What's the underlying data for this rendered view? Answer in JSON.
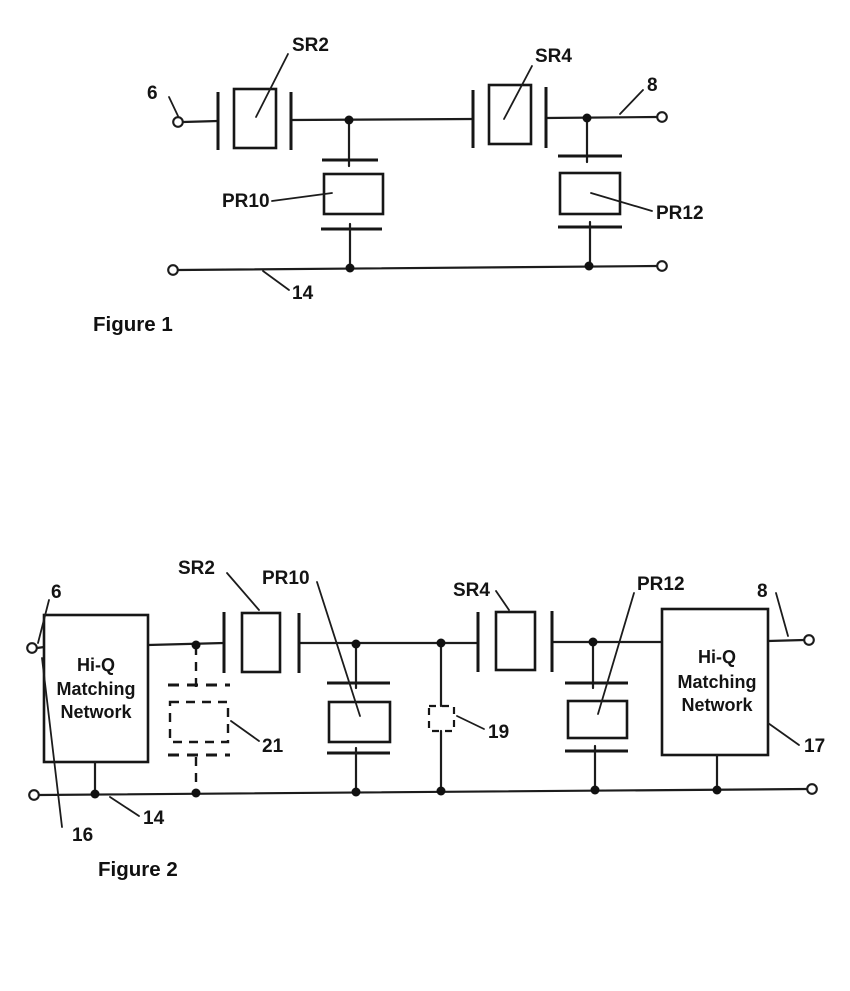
{
  "colors": {
    "ink": "#1c1c1c",
    "paper": "#ffffff"
  },
  "figure1": {
    "caption": "Figure 1",
    "labels": {
      "input_terminal": "6",
      "series_resonator_left": "SR2",
      "series_resonator_right": "SR4",
      "output_terminal": "8",
      "parallel_resonator_left": "PR10",
      "parallel_resonator_right": "PR12",
      "ground_line": "14"
    }
  },
  "figure2": {
    "caption": "Figure 2",
    "labels": {
      "input_terminal": "6",
      "series_resonator_left": "SR2",
      "parallel_resonator_left": "PR10",
      "series_resonator_right": "SR4",
      "parallel_resonator_right": "PR12",
      "output_terminal": "8",
      "input_matching_network": "16",
      "output_matching_network": "17",
      "dashed_parallel_resonator": "21",
      "dashed_capacitor": "19",
      "ground_line": "14"
    },
    "matching_network_left": {
      "lines": [
        "Hi-Q",
        "Matching",
        "Network"
      ]
    },
    "matching_network_right": {
      "lines": [
        "Hi-Q",
        "Matching",
        "Network"
      ]
    }
  }
}
